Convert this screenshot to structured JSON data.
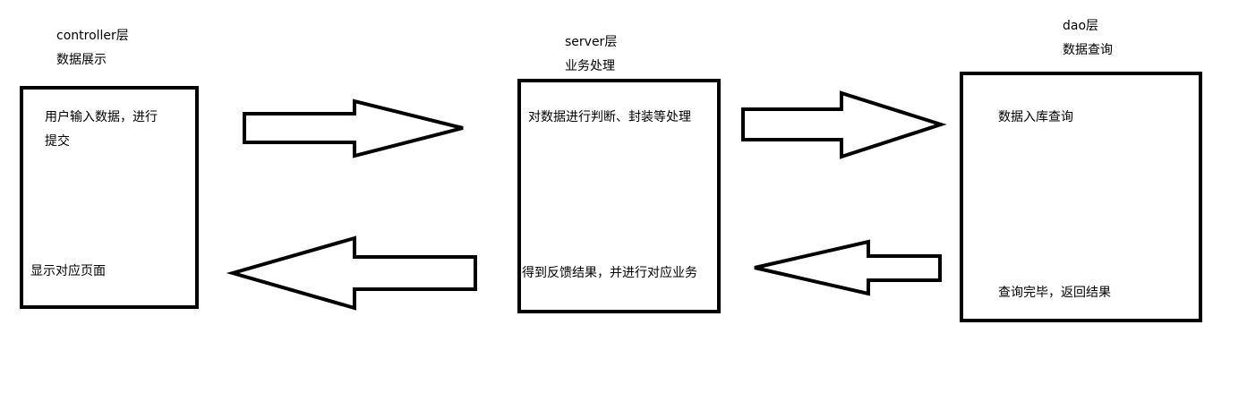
{
  "layers": [
    {
      "title": "controller层",
      "subtitle": "数据展示",
      "top_text_line1": "用户输入数据，进行",
      "top_text_line2": "提交",
      "bottom_text": "显示对应页面"
    },
    {
      "title": "server层",
      "subtitle": "业务处理",
      "top_text": "对数据进行判断、封装等处理",
      "bottom_text": "得到反馈结果，并进行对应业务"
    },
    {
      "title": "dao层",
      "subtitle": "数据查询",
      "top_text": "数据入库查询",
      "bottom_text": "查询完毕，返回结果"
    }
  ],
  "colors": {
    "stroke": "#000000",
    "background": "#ffffff"
  },
  "arrows": [
    {
      "from": "controller",
      "to": "server",
      "direction": "right"
    },
    {
      "from": "server",
      "to": "dao",
      "direction": "right"
    },
    {
      "from": "server",
      "to": "controller",
      "direction": "left"
    },
    {
      "from": "dao",
      "to": "server",
      "direction": "left"
    }
  ]
}
